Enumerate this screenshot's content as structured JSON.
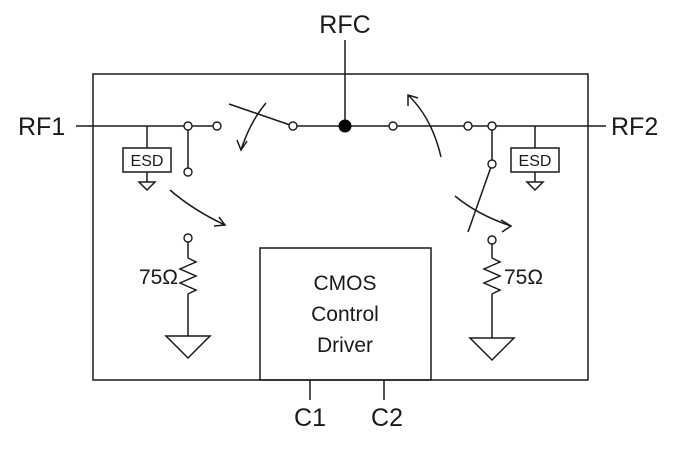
{
  "ports": {
    "rfc": "RFC",
    "rf1": "RF1",
    "rf2": "RF2",
    "c1": "C1",
    "c2": "C2"
  },
  "esd_label": "ESD",
  "termination": {
    "left": "75Ω",
    "right": "75Ω"
  },
  "driver": {
    "line1": "CMOS",
    "line2": "Control",
    "line3": "Driver"
  }
}
